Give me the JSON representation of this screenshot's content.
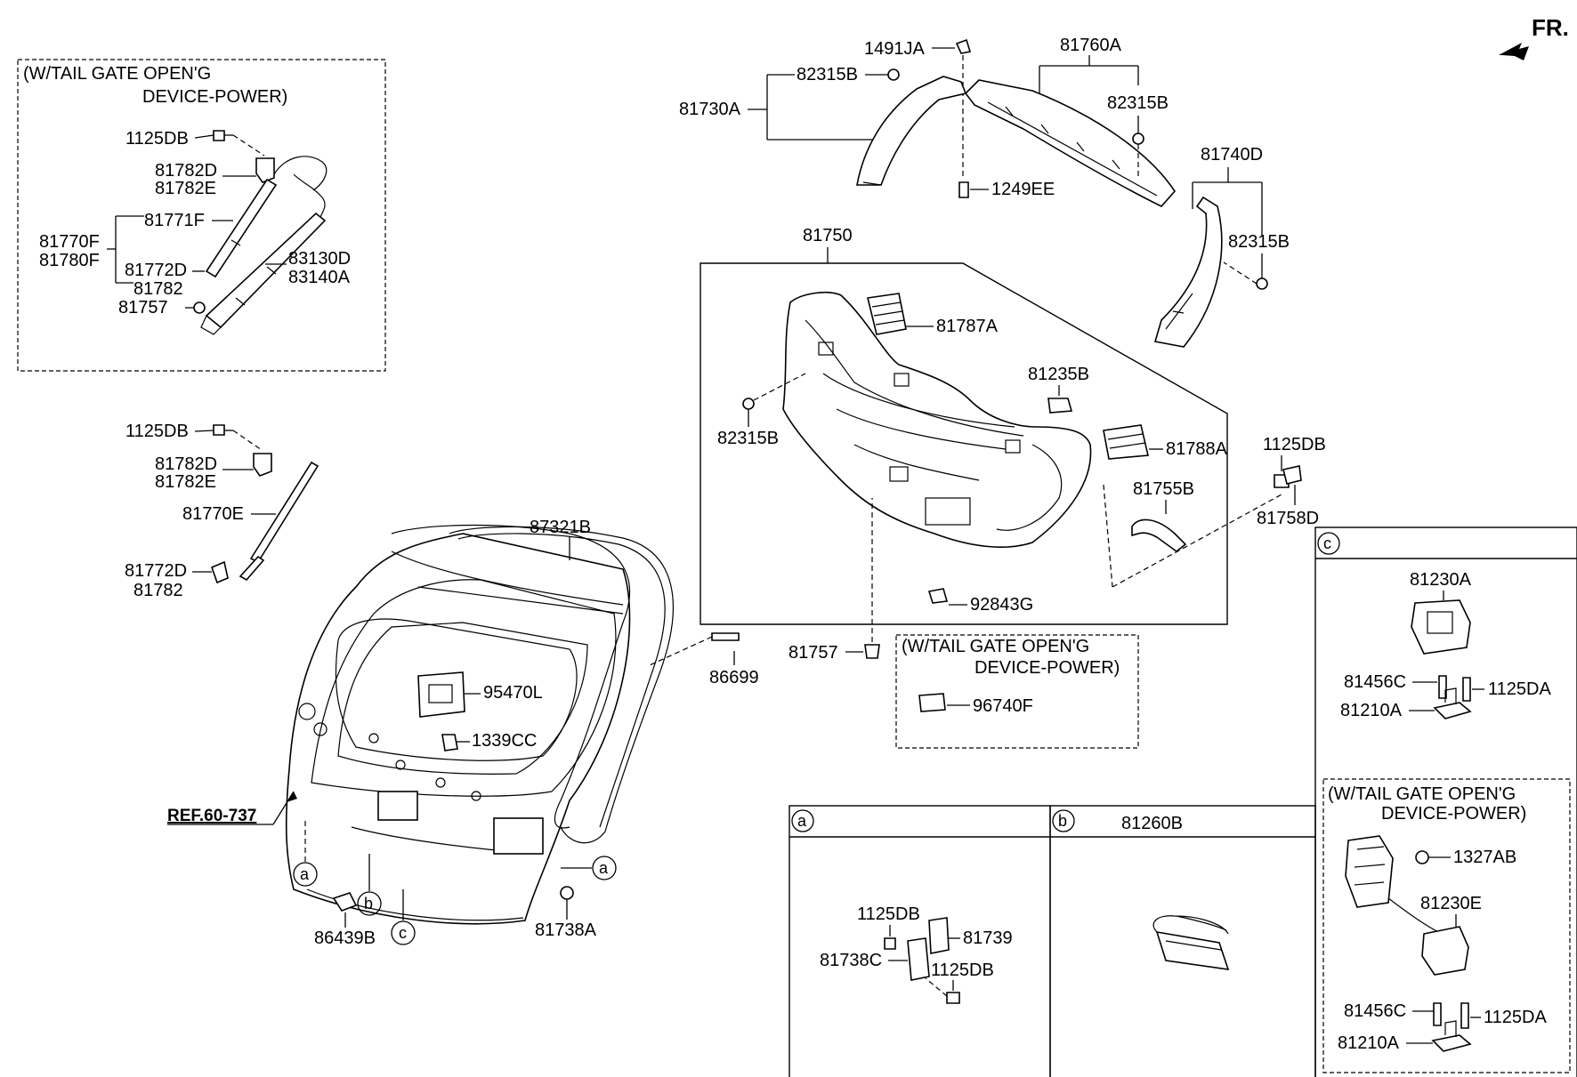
{
  "direction": "FR.",
  "reference": "REF.60-737",
  "option_note_line1": "(W/TAIL GATE OPEN'G",
  "option_note_line2": "DEVICE-POWER)",
  "section_markers": [
    "a",
    "b",
    "c"
  ],
  "labels": {
    "l_1491JA": "1491JA",
    "l_81760A": "81760A",
    "l_82315B_1": "82315B",
    "l_81730A": "81730A",
    "l_82315B_2": "82315B",
    "l_1249EE": "1249EE",
    "l_81740D": "81740D",
    "l_82315B_3": "82315B",
    "l_81750": "81750",
    "l_81787A": "81787A",
    "l_81235B": "81235B",
    "l_82315B_4": "82315B",
    "l_81788A": "81788A",
    "l_1125DB_r": "1125DB",
    "l_81755B": "81755B",
    "l_81758D": "81758D",
    "l_92843G": "92843G",
    "l_81757_c": "81757",
    "l_96740F": "96740F",
    "l_87321B": "87321B",
    "l_86699": "86699",
    "l_95470L": "95470L",
    "l_1339CC": "1339CC",
    "l_81738A": "81738A",
    "l_86439B": "86439B",
    "l_1125DB_tl": "1125DB",
    "l_81782D_tl": "81782D",
    "l_81782E_tl": "81782E",
    "l_81771F": "81771F",
    "l_81770F": "81770F",
    "l_81780F": "81780F",
    "l_81772D_tl": "81772D",
    "l_81782_tl": "81782",
    "l_83130D": "83130D",
    "l_83140A": "83140A",
    "l_81757_tl": "81757",
    "l_1125DB_ml": "1125DB",
    "l_81782D_ml": "81782D",
    "l_81782E_ml": "81782E",
    "l_81770E": "81770E",
    "l_81772D_ml": "81772D",
    "l_81782_ml": "81782",
    "l_1125DB_a1": "1125DB",
    "l_81739": "81739",
    "l_81738C": "81738C",
    "l_1125DB_a2": "1125DB",
    "l_81260B": "81260B",
    "l_81230A": "81230A",
    "l_81456C_1": "81456C",
    "l_1125DA_1": "1125DA",
    "l_81210A_1": "81210A",
    "l_1327AB": "1327AB",
    "l_81230E": "81230E",
    "l_81456C_2": "81456C",
    "l_1125DA_2": "1125DA",
    "l_81210A_2": "81210A"
  }
}
